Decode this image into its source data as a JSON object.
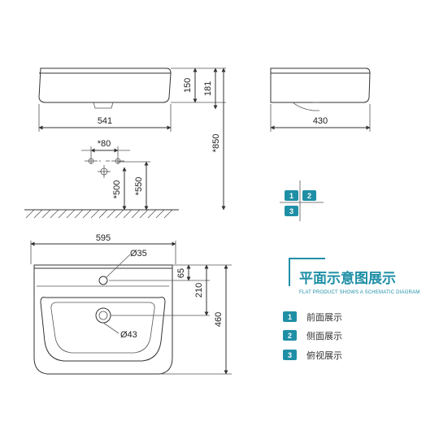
{
  "dimensions": {
    "front_width": "541",
    "front_height_150": "150",
    "front_height_181": "181",
    "total_height": "*850",
    "side_depth": "430",
    "pipe_spacing": "*80",
    "drain_height_500": "*500",
    "drain_height_550": "*550",
    "top_width": "595",
    "tap_hole": "Ø35",
    "depth_65": "65",
    "depth_210": "210",
    "depth_460": "460",
    "drain_hole": "Ø43"
  },
  "views_badge": [
    "1",
    "2",
    "3"
  ],
  "legend": {
    "title": "平面示意图展示",
    "subtitle": "FLAT PRODUCT SHOWS A SCHEMATIC DIAGRAM",
    "items": [
      {
        "num": "1",
        "label": "前面展示"
      },
      {
        "num": "2",
        "label": "侧面展示"
      },
      {
        "num": "3",
        "label": "俯视展示"
      }
    ]
  },
  "colors": {
    "accent": "#1f8fa6",
    "line": "#333333"
  }
}
